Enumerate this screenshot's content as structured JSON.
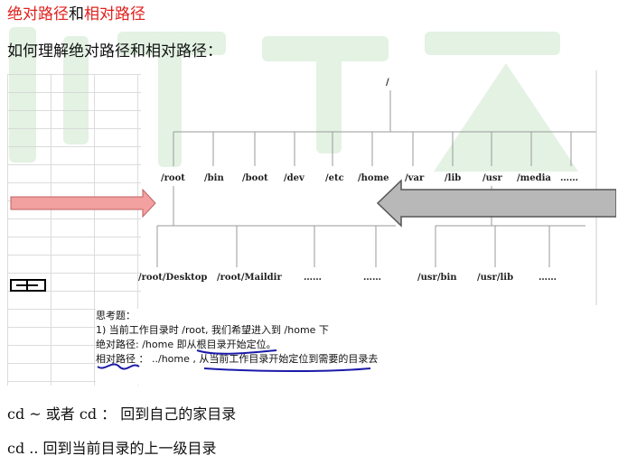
{
  "title": {
    "part1": "绝对路径",
    "connector": "和",
    "part2": "相对路径"
  },
  "question": "如何理解绝对路径和相对路径：",
  "tree": {
    "root": "/",
    "level1": [
      "/root",
      "/bin",
      "/boot",
      "/dev",
      "/etc",
      "/home",
      "/var",
      "/lib",
      "/usr",
      "/media",
      "……"
    ],
    "level2": [
      "/root/Desktop",
      "/root/Maildir",
      "……",
      "……",
      "/usr/bin",
      "/usr/lib",
      "……"
    ]
  },
  "note": {
    "heading": "思考题：",
    "line1": "1) 当前工作目录时 /root, 我们希望进入到 /home 下",
    "line2": "绝对路径: /home 即从根目录开始定位。",
    "line3": "相对路径 ：  ../home , 从当前工作目录开始定位到需要的目录去"
  },
  "commands": [
    "cd ~  或者 cd  ：  回到自己的家目录",
    "cd ..  回到当前目录的上一级目录"
  ],
  "colors": {
    "title_red": "#e0201c",
    "annotation_blue": "#1a1aa8",
    "arrow_pink": "#f2a0a0",
    "arrow_gray": "#b8b8b8",
    "watermark_green": "#dff0df"
  }
}
